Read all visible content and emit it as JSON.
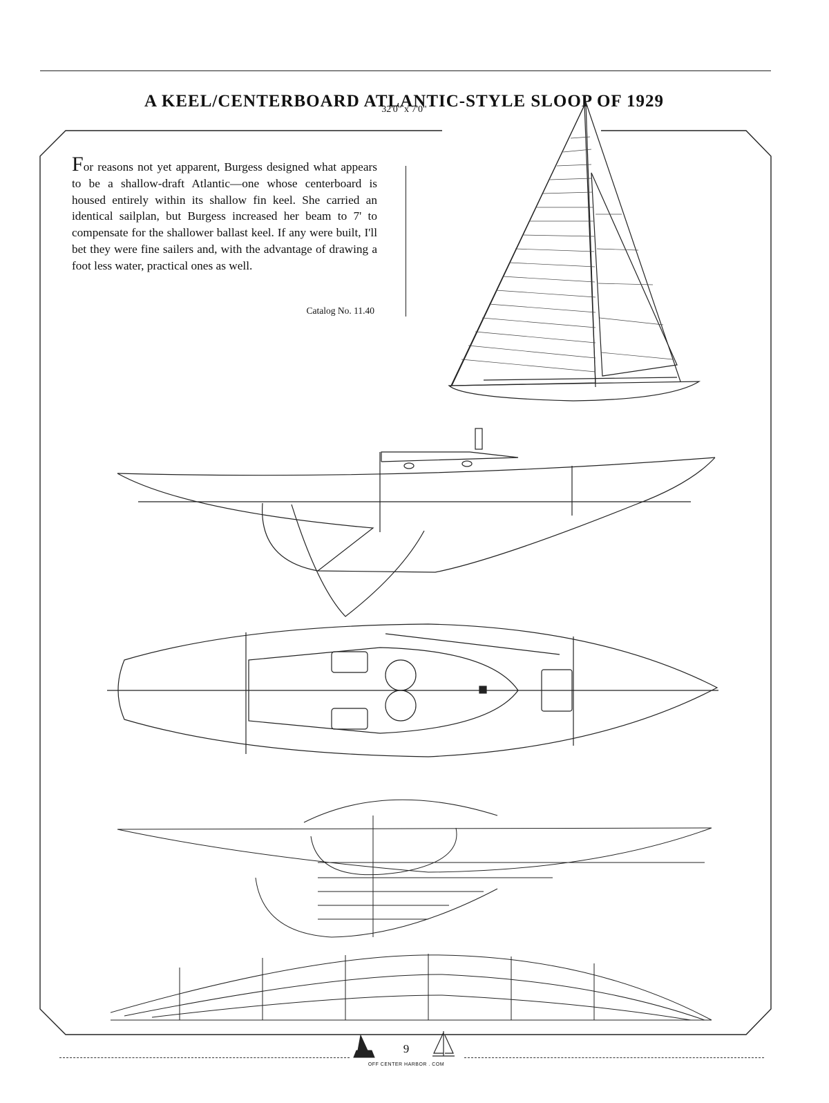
{
  "header": {
    "title": "A KEEL/CENTERBOARD ATLANTIC-STYLE SLOOP OF 1929",
    "dimensions": "32'0\" x 7'0\""
  },
  "article": {
    "drop_cap": "F",
    "body": "or reasons not yet apparent, Burgess designed what appears to be a shallow-draft Atlantic—one whose centerboard is housed entirely within its shallow fin keel. She carried an identical sailplan, but Burgess increased her beam to 7' to compensate for the shallower ballast keel. If any were built, I'll bet they were fine sailers and, with the advantage of drawing a foot less water, practical ones as well.",
    "catalog": "Catalog No. 11.40"
  },
  "drawings": {
    "sail_plan_icon": "sailboat-sail-plan",
    "profile_icon": "hull-profile",
    "deck_plan_icon": "deck-plan",
    "lines_plan_icon": "lines-plan"
  },
  "footer": {
    "page_number": "9",
    "website": "OFF CENTER HARBOR . COM"
  }
}
